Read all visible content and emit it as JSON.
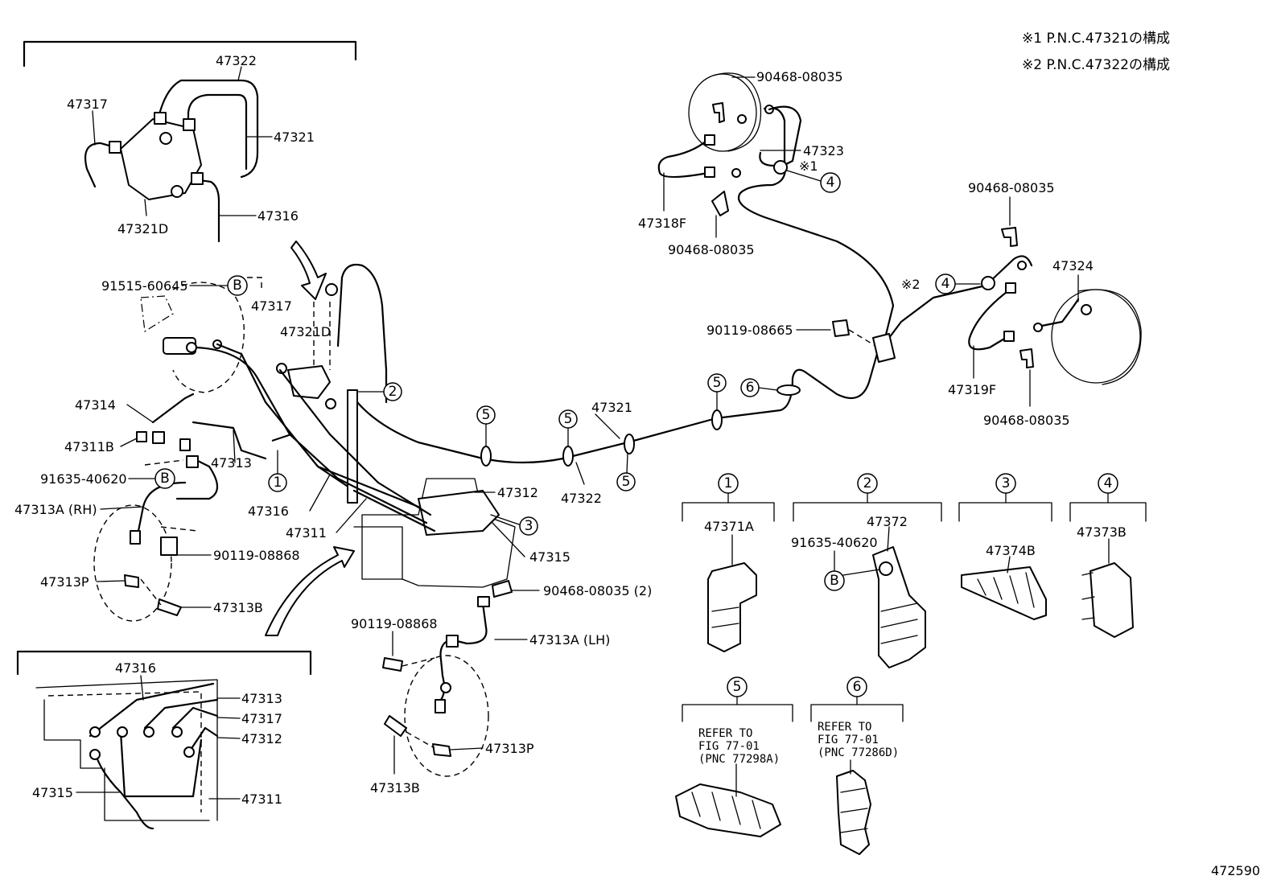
{
  "notes": {
    "note1": "※1 P.N.C.47321の構成",
    "note2": "※2 P.N.C.47322の構成"
  },
  "figure_number": "472590",
  "labels": {
    "p47322_top": "47322",
    "p47317_top": "47317",
    "p47321_top": "47321",
    "p47316_top": "47316",
    "p47321D_top": "47321D",
    "p91515": "91515-60645",
    "p47317_mid": "47317",
    "p47321D_mid": "47321D",
    "p47314": "47314",
    "p47311B": "47311B",
    "p47313": "47313",
    "p91635_left": "91635-40620",
    "p47313A_RH": "47313A (RH)",
    "p90119_08868_left": "90119-08868",
    "p47313P_left": "47313P",
    "p47313B_left": "47313B",
    "p47316_mid": "47316",
    "p47311_mid": "47311",
    "p47312_mid": "47312",
    "p47315_mid": "47315",
    "p90468_2": "90468-08035 (2)",
    "p90119_08868_mid": "90119-08868",
    "p47313A_LH": "47313A (LH)",
    "p47313P_mid": "47313P",
    "p47313B_mid": "47313B",
    "p47322_mid": "47322",
    "p47321_mid": "47321",
    "p90468_tl": "90468-08035",
    "p47323": "47323",
    "p47318F": "47318F",
    "p90468_bl": "90468-08035",
    "p90468_tr": "90468-08035",
    "p47324": "47324",
    "p90119_08665": "90119-08665",
    "p47319F": "47319F",
    "p90468_br": "90468-08035",
    "p47316_inset": "47316",
    "p47313_inset": "47313",
    "p47317_inset": "47317",
    "p47312_inset": "47312",
    "p47315_inset": "47315",
    "p47311_inset": "47311",
    "p47371A": "47371A",
    "p47372": "47372",
    "p91635_clamp": "91635-40620",
    "p47374B": "47374B",
    "p47373B": "47373B",
    "refer5_line1": "REFER TO",
    "refer5_line2": "FIG 77-01",
    "refer5_line3": "(PNC 77298A)",
    "refer6_line1": "REFER TO",
    "refer6_line2": "FIG 77-01",
    "refer6_line3": "(PNC 77286D)"
  },
  "callouts": {
    "c1": "1",
    "c2": "2",
    "c3": "3",
    "c4": "4",
    "c5": "5",
    "c6": "6",
    "note_mark1": "※1",
    "note_mark2": "※2",
    "B": "B"
  }
}
